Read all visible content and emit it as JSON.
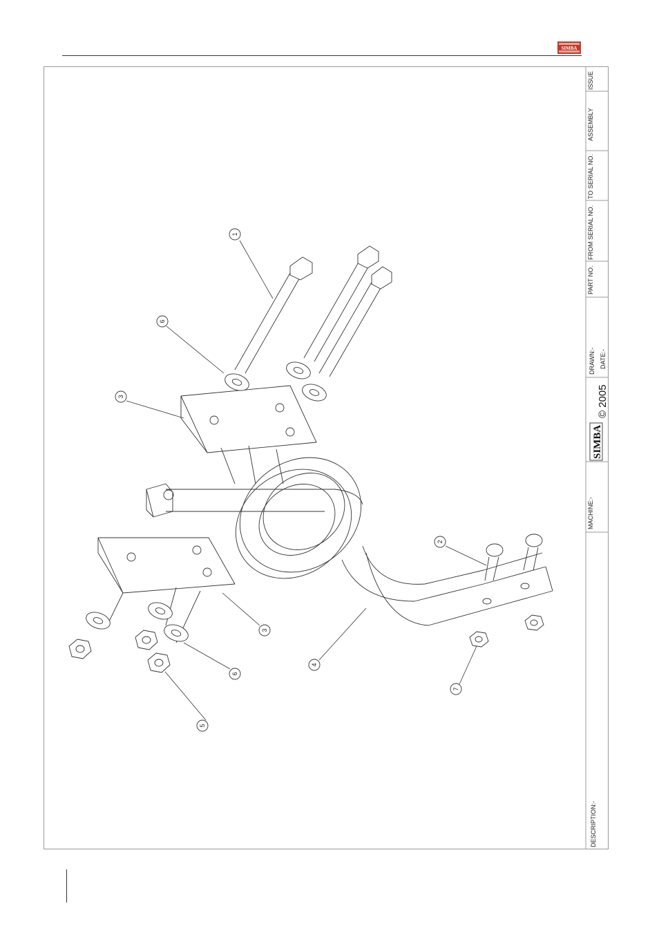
{
  "header": {
    "logo_text": "SIMBA",
    "logo_color": "#c0392b"
  },
  "title_block": {
    "issue_label": "ISSUE",
    "assembly_label": "ASSEMBLY",
    "to_serial_label": "TO SERIAL NO.",
    "from_serial_label": "FROM SERIAL NO.",
    "part_no_label": "PART NO.",
    "drawn_label": "DRAWN:-",
    "date_label": "DATE:-",
    "brand": "SIMBA",
    "copyright": "© 2005",
    "machine_label": "MACHINE:-",
    "description_label": "DESCRIPTION:-"
  },
  "callouts": [
    "1",
    "6",
    "3",
    "2",
    "3",
    "6",
    "4",
    "7",
    "5"
  ]
}
